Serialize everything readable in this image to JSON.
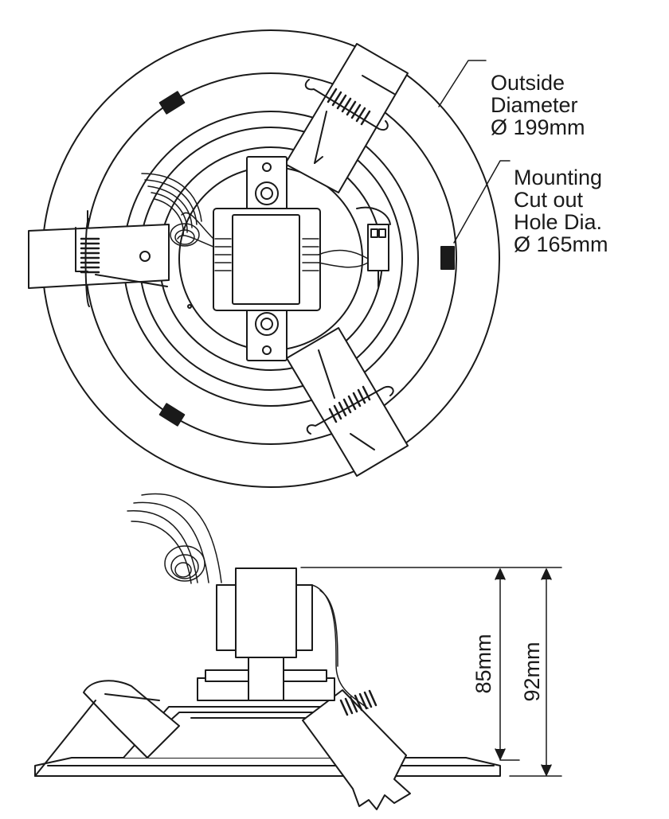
{
  "callouts": {
    "outside_diameter": [
      "Outside",
      "Diameter",
      "Ø 199mm"
    ],
    "cutout_hole": [
      "Mounting",
      "Cut out",
      "Hole Dia.",
      "Ø 165mm"
    ]
  },
  "dimensions": {
    "inner_height": "85mm",
    "total_height": "92mm"
  },
  "colors": {
    "ink": "#1a1a1a",
    "paper": "#ffffff",
    "pad": "#1a1a1a"
  }
}
